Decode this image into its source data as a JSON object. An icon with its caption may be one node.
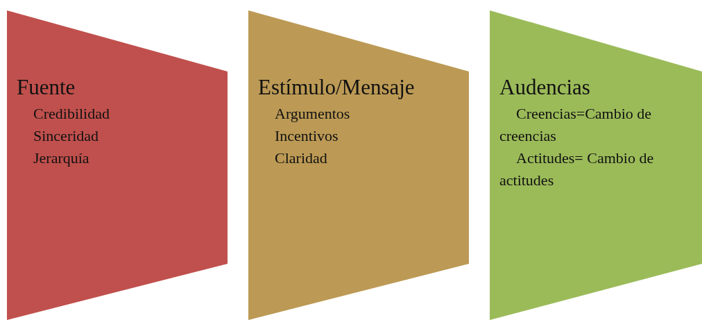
{
  "diagram": {
    "nodes": [
      {
        "text": [
          "Fuente",
          "Credibilidad",
          "Sinceridad",
          "Jerarquía"
        ]
      },
      {
        "text": [
          "Estímulo/Mensaje",
          "Argumentos",
          "Incentivos",
          "Claridad"
        ]
      },
      {
        "text": [
          "Audencias",
          "Creencias=Cambio de creencias",
          "Actitudes= Cambio de actitudes"
        ]
      }
    ]
  }
}
